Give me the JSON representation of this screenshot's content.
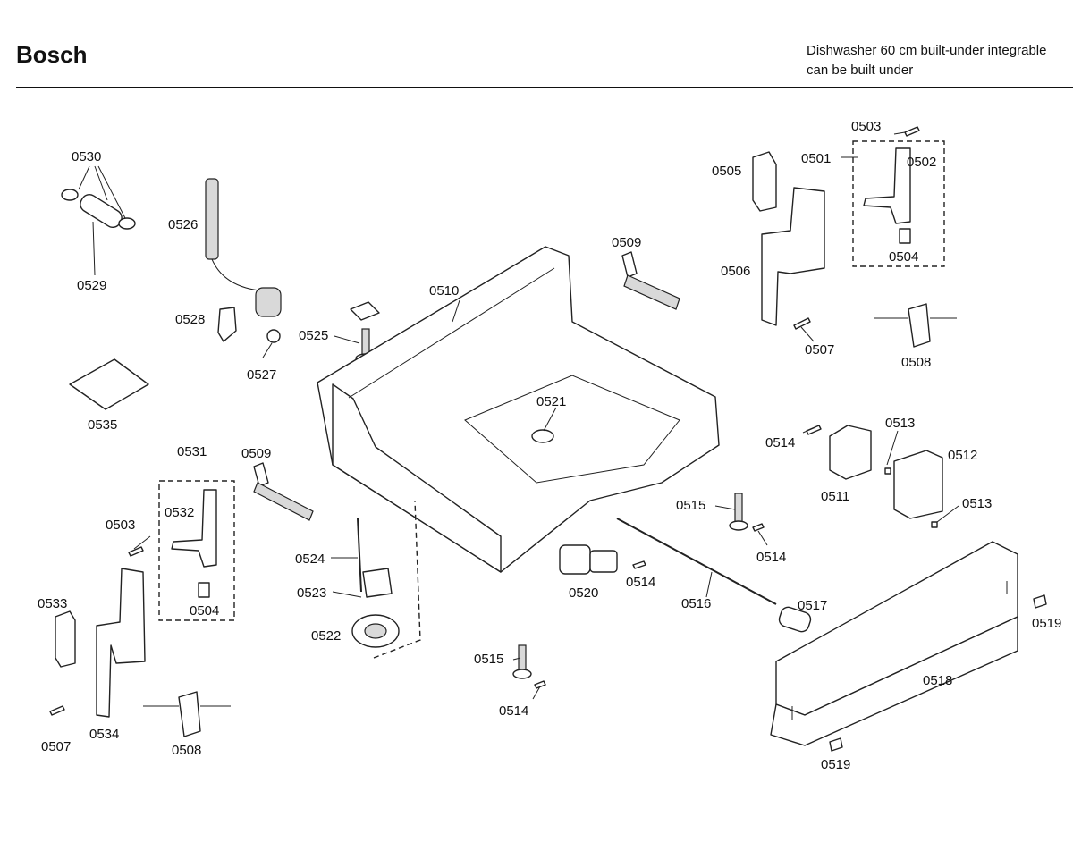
{
  "header": {
    "brand": "Bosch",
    "description_line1": "Dishwasher 60 cm built-under integrable",
    "description_line2": "can be built under"
  },
  "callouts": [
    {
      "id": "c0530",
      "label": "0530"
    },
    {
      "id": "c0529",
      "label": "0529"
    },
    {
      "id": "c0526",
      "label": "0526"
    },
    {
      "id": "c0528",
      "label": "0528"
    },
    {
      "id": "c0527",
      "label": "0527"
    },
    {
      "id": "c0535",
      "label": "0535"
    },
    {
      "id": "c0525",
      "label": "0525"
    },
    {
      "id": "c0510",
      "label": "0510"
    },
    {
      "id": "c0509a",
      "label": "0509"
    },
    {
      "id": "c0509b",
      "label": "0509"
    },
    {
      "id": "c0503a",
      "label": "0503"
    },
    {
      "id": "c0505",
      "label": "0505"
    },
    {
      "id": "c0501",
      "label": "0501"
    },
    {
      "id": "c0502",
      "label": "0502"
    },
    {
      "id": "c0504a",
      "label": "0504"
    },
    {
      "id": "c0506",
      "label": "0506"
    },
    {
      "id": "c0507a",
      "label": "0507"
    },
    {
      "id": "c0508a",
      "label": "0508"
    },
    {
      "id": "c0521",
      "label": "0521"
    },
    {
      "id": "c0513a",
      "label": "0513"
    },
    {
      "id": "c0514a",
      "label": "0514"
    },
    {
      "id": "c0512",
      "label": "0512"
    },
    {
      "id": "c0511",
      "label": "0511"
    },
    {
      "id": "c0513b",
      "label": "0513"
    },
    {
      "id": "c0515a",
      "label": "0515"
    },
    {
      "id": "c0514b",
      "label": "0514"
    },
    {
      "id": "c0531",
      "label": "0531"
    },
    {
      "id": "c0532",
      "label": "0532"
    },
    {
      "id": "c0503b",
      "label": "0503"
    },
    {
      "id": "c0504b",
      "label": "0504"
    },
    {
      "id": "c0533",
      "label": "0533"
    },
    {
      "id": "c0534",
      "label": "0534"
    },
    {
      "id": "c0507b",
      "label": "0507"
    },
    {
      "id": "c0508b",
      "label": "0508"
    },
    {
      "id": "c0524",
      "label": "0524"
    },
    {
      "id": "c0523",
      "label": "0523"
    },
    {
      "id": "c0522",
      "label": "0522"
    },
    {
      "id": "c0520",
      "label": "0520"
    },
    {
      "id": "c0514c",
      "label": "0514"
    },
    {
      "id": "c0516",
      "label": "0516"
    },
    {
      "id": "c0517",
      "label": "0517"
    },
    {
      "id": "c0515b",
      "label": "0515"
    },
    {
      "id": "c0514d",
      "label": "0514"
    },
    {
      "id": "c0518",
      "label": "0518"
    },
    {
      "id": "c0519a",
      "label": "0519"
    },
    {
      "id": "c0519b",
      "label": "0519"
    }
  ]
}
